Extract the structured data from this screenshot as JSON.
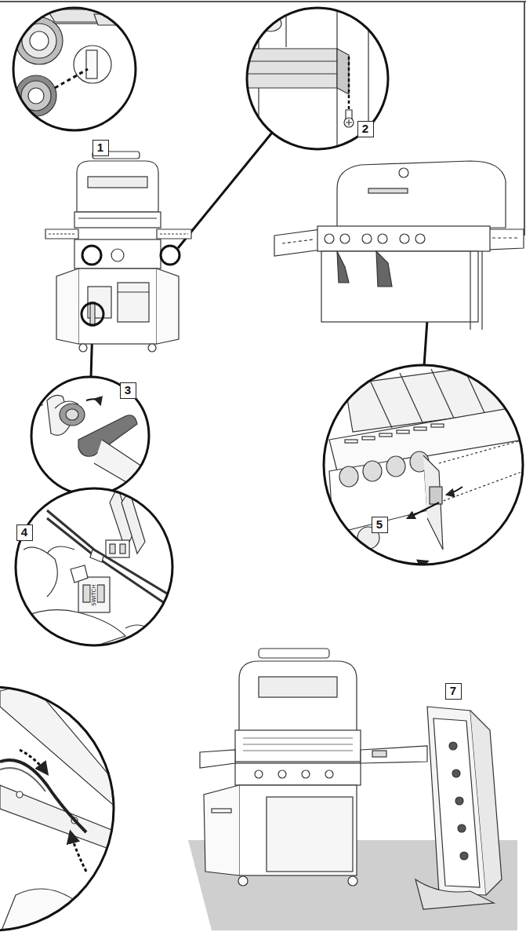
{
  "diagram": {
    "labels": [
      "1",
      "2",
      "3",
      "4",
      "SWITCH",
      "5",
      "7"
    ]
  }
}
